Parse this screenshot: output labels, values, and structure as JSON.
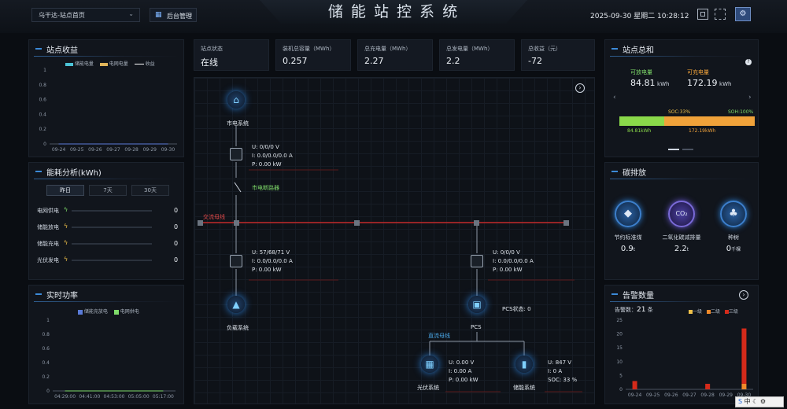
{
  "header": {
    "site_select": "乌干达-站点首页",
    "admin_button": "后台管理",
    "title": "储 能 站 控 系 统",
    "datetime": "2025-09-30 星期二 10:28:12"
  },
  "stats": [
    {
      "label": "站点状态",
      "value": "在线"
    },
    {
      "label": "装机总容量（MWh）",
      "value": "0.257"
    },
    {
      "label": "总充电量（MWh）",
      "value": "2.27"
    },
    {
      "label": "总发电量（MWh）",
      "value": "2.2"
    },
    {
      "label": "总收益（元）",
      "value": "-72"
    }
  ],
  "revenue": {
    "title": "站点收益",
    "legend": [
      "储能电量",
      "电网电量",
      "收益"
    ],
    "chart_data": {
      "type": "line",
      "categories": [
        "09-24",
        "09-25",
        "09-26",
        "09-27",
        "09-28",
        "09-29",
        "09-30"
      ],
      "yticks": [
        "0",
        "0.2",
        "0.4",
        "0.6",
        "0.8",
        "1"
      ],
      "ylim": [
        0,
        1
      ],
      "series": [
        {
          "name": "储能电量",
          "values": [
            0,
            0,
            0,
            0,
            0,
            0,
            0
          ]
        },
        {
          "name": "电网电量",
          "values": [
            0,
            0,
            0,
            0,
            0,
            0,
            0
          ]
        },
        {
          "name": "收益",
          "values": [
            0,
            0,
            0,
            0,
            0,
            0,
            0
          ]
        }
      ]
    }
  },
  "energy": {
    "title": "能耗分析(kWh)",
    "tabs": [
      "昨日",
      "7天",
      "30天"
    ],
    "rows": [
      {
        "label": "电网供电",
        "value": "0"
      },
      {
        "label": "储能放电",
        "value": "0"
      },
      {
        "label": "储能充电",
        "value": "0"
      },
      {
        "label": "光伏发电",
        "value": "0"
      }
    ]
  },
  "power": {
    "title": "实时功率",
    "legend": [
      "储能充放电",
      "电网供电"
    ],
    "chart_data": {
      "type": "line",
      "categories": [
        "04:29:00",
        "04:41:00",
        "04:53:00",
        "05:05:00",
        "05:17:00"
      ],
      "yticks": [
        "0",
        "0.2",
        "0.4",
        "0.6",
        "0.8",
        "1"
      ],
      "ylim": [
        0,
        1
      ],
      "series": [
        {
          "name": "储能充放电",
          "values": [
            0,
            0,
            0,
            0,
            0
          ]
        },
        {
          "name": "电网供电",
          "values": [
            0,
            0,
            0,
            0,
            0
          ]
        }
      ]
    }
  },
  "diagram": {
    "grid_label": "市电系统",
    "grid_meter": [
      "U: 0/0/0 V",
      "I: 0.0/0.0/0.0 A",
      "P: 0.00 kW"
    ],
    "breaker_label": "市电断路器",
    "ac_bus_label": "交流母线",
    "load_meter": [
      "U: 57/68/71 V",
      "I: 0.0/0.0/0.0 A",
      "P: 0.00 kW"
    ],
    "load_label": "负载系统",
    "pcs_meter": [
      "U: 0/0/0 V",
      "I: 0.0/0.0/0.0 A",
      "P: 0.00 kW"
    ],
    "pcs_status": "PCS状态:  0",
    "pcs_label": "PCS",
    "dc_bus_label": "直流母线",
    "pv_meter": [
      "U: 0.00 V",
      "I: 0.00 A",
      "P: 0.00 kW"
    ],
    "pv_label": "光伏系统",
    "ess_meter": [
      "U: 847 V",
      "I: 0 A",
      "SOC: 33 %"
    ],
    "ess_label": "储能系统"
  },
  "summary": {
    "title": "站点总和",
    "discharge_label": "可放电量",
    "discharge_value": "84.81",
    "discharge_unit": "kWh",
    "charge_label": "可充电量",
    "charge_value": "172.19",
    "charge_unit": "kWh",
    "soc_label": "SOC:33%",
    "soh_label": "SOH:100%",
    "soc_fraction": 0.33,
    "bar_left": "84.81kWh",
    "bar_right": "172.19kWh",
    "colors": {
      "green": "#8ad94a",
      "orange": "#f0a23a"
    }
  },
  "carbon": {
    "title": "碳排放",
    "items": [
      {
        "label": "节约标准煤",
        "value": "0.9",
        "unit": "t",
        "icon": "coal-icon"
      },
      {
        "label": "二氧化碳减排量",
        "value": "2.2",
        "unit": "t",
        "icon": "co2-icon"
      },
      {
        "label": "种树",
        "value": "0",
        "unit": "千棵",
        "icon": "tree-icon"
      }
    ]
  },
  "alarms": {
    "title": "告警数量",
    "total_label": "告警数：",
    "total_value": "21",
    "total_unit": "条",
    "legend": [
      "一级",
      "二级",
      "三级"
    ],
    "chart_data": {
      "type": "bar",
      "categories": [
        "09-24",
        "09-25",
        "09-26",
        "09-27",
        "09-28",
        "09-29",
        "09-30"
      ],
      "yticks": [
        "0",
        "5",
        "10",
        "15",
        "20",
        "25"
      ],
      "ylim": [
        0,
        25
      ],
      "series": [
        {
          "name": "一级",
          "values": [
            0,
            0,
            0,
            0,
            0,
            0,
            0
          ]
        },
        {
          "name": "二级",
          "values": [
            0,
            0,
            0,
            0,
            0,
            0,
            2
          ]
        },
        {
          "name": "三级",
          "values": [
            3,
            0,
            0,
            0,
            2,
            0,
            20
          ]
        }
      ]
    }
  },
  "ime": "中"
}
